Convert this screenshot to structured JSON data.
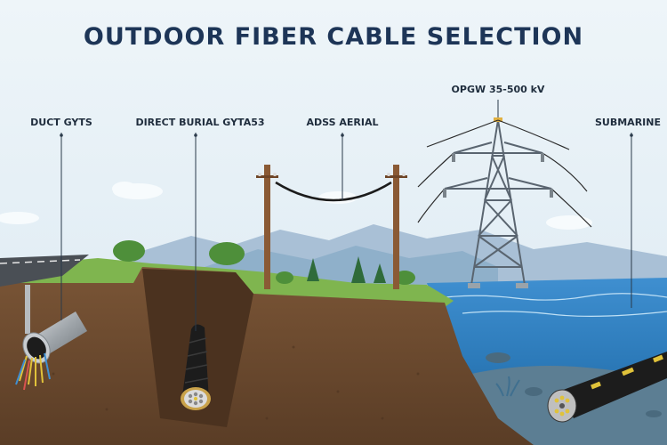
{
  "title": "OUTDOOR FIBER CABLE SELECTION",
  "labels": {
    "duct": "DUCT GYTS",
    "burial": "DIRECT BURIAL GYTA53",
    "adss": "ADSS AERIAL",
    "opgw": "OPGW 35-500 kV",
    "submarine": "SUBMARINE"
  },
  "colors": {
    "sky": "#eaf3f8",
    "title": "#1d3557",
    "soil": "#6b4a30",
    "grass": "#7fb54f",
    "water": "#2f7fc1",
    "pole": "#8a5a35",
    "tower": "#5a6570",
    "cable_jacket": "#1c1c1c",
    "cable_stripe": "#e0c23a"
  }
}
